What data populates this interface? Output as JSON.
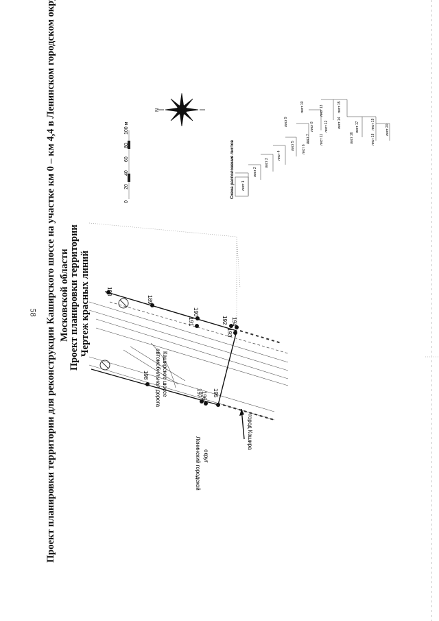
{
  "page_number": "58",
  "title": {
    "main": "Проект планировки территории для реконструкции Каширского шоссе на участке км 0 – км 4,4 в Ленинском городском округе",
    "region": "Московской области",
    "section": "Проект планировки территории",
    "drawing": "Чертеж красных линий"
  },
  "compass": {
    "north_label": "N"
  },
  "scale_bar": {
    "ticks": [
      "0",
      "20",
      "40",
      "60",
      "80",
      "100 м"
    ]
  },
  "sheet_scheme": {
    "title": "Схема расположения листов",
    "sheets": [
      "лист 1",
      "лист 2",
      "лист 3",
      "лист 4",
      "лист 5",
      "лист 6",
      "лист 7",
      "лист 8",
      "лист 9",
      "лист 10",
      "лист 11",
      "лист 12",
      "лист 13",
      "лист 14",
      "лист 15",
      "лист 16",
      "лист 17",
      "лист 18",
      "лист 19",
      "лист 20"
    ]
  },
  "map": {
    "points": [
      "188",
      "189",
      "190",
      "191",
      "192",
      "193",
      "194",
      "195",
      "196",
      "197",
      "198"
    ],
    "road_label_1": "автомобильная дорога",
    "road_label_2": "Каширское шоссе",
    "direction_label": "город Кашира",
    "district_label_1": "Ленинский городской",
    "district_label_2": "округ"
  }
}
